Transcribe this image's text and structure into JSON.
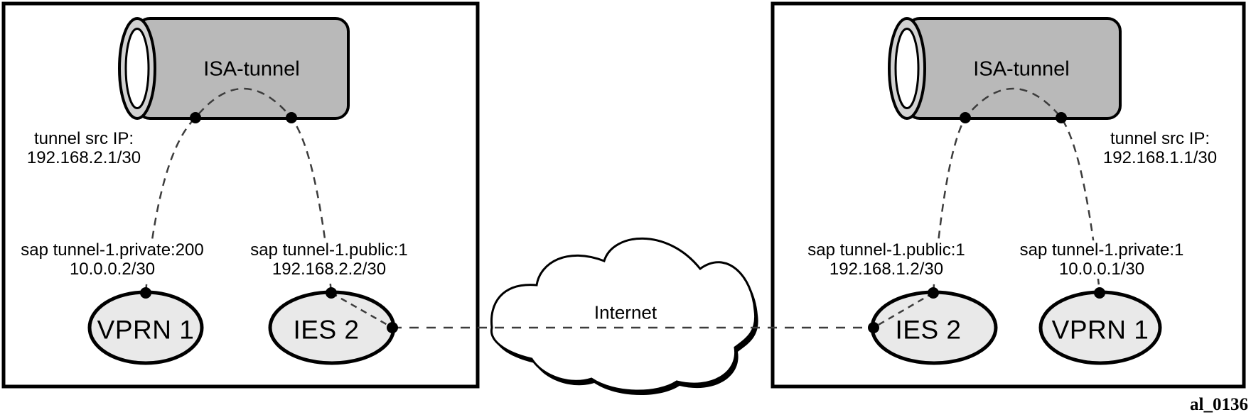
{
  "figure_id": "al_0136",
  "colors": {
    "cylinder_fill": "#b9b9b9",
    "cylinder_ring": "#d2d2d2",
    "node_fill": "#e9e9e9",
    "outline": "#000000",
    "dashed_line": "#3c3c3c",
    "background": "#ffffff"
  },
  "cloud": {
    "label": "Internet"
  },
  "left_router": {
    "tunnel_label": "ISA-tunnel",
    "tunnel_src": {
      "line1": "tunnel src IP:",
      "line2": "192.168.2.1/30"
    },
    "nodes": [
      {
        "name": "VPRN 1",
        "sap_line1": "sap tunnel-1.private:200",
        "sap_line2": "10.0.0.2/30"
      },
      {
        "name": "IES 2",
        "sap_line1": "sap tunnel-1.public:1",
        "sap_line2": "192.168.2.2/30"
      }
    ]
  },
  "right_router": {
    "tunnel_label": "ISA-tunnel",
    "tunnel_src": {
      "line1": "tunnel src IP:",
      "line2": "192.168.1.1/30"
    },
    "nodes": [
      {
        "name": "IES 2",
        "sap_line1": "sap tunnel-1.public:1",
        "sap_line2": "192.168.1.2/30"
      },
      {
        "name": "VPRN 1",
        "sap_line1": "sap tunnel-1.private:1",
        "sap_line2": "10.0.0.1/30"
      }
    ]
  }
}
